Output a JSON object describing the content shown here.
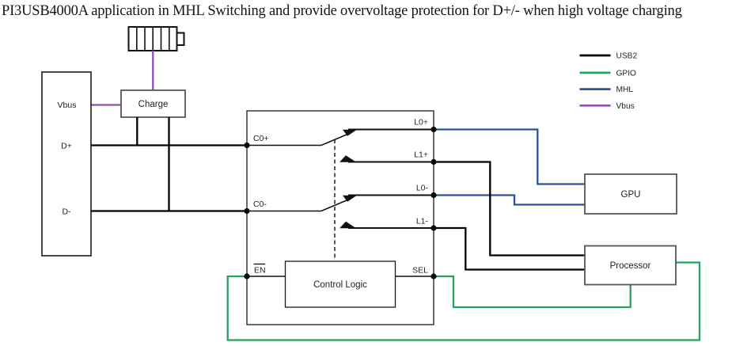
{
  "title": "PI3USB4000A application in MHL Switching and provide overvoltage protection for D+/- when high voltage charging",
  "colors": {
    "usb2": "#000000",
    "gpio": "#27a060",
    "mhl": "#2a51a0",
    "vbus": "#8c51b0"
  },
  "legend": {
    "items": [
      {
        "label": "USB2"
      },
      {
        "label": "GPIO"
      },
      {
        "label": "MHL"
      },
      {
        "label": "Vbus"
      }
    ]
  },
  "blocks": {
    "connector": {
      "vbus": "Vbus",
      "dplus": "D+",
      "dminus": "D-"
    },
    "charge": "Charge",
    "switch": {
      "c0p": "C0+",
      "c0m": "C0-",
      "l0p": "L0+",
      "l1p": "L1+",
      "l0m": "L0-",
      "l1m": "L1-",
      "en": "EN",
      "sel": "SEL",
      "control_logic": "Control Logic"
    },
    "gpu": "GPU",
    "processor": "Processor"
  }
}
